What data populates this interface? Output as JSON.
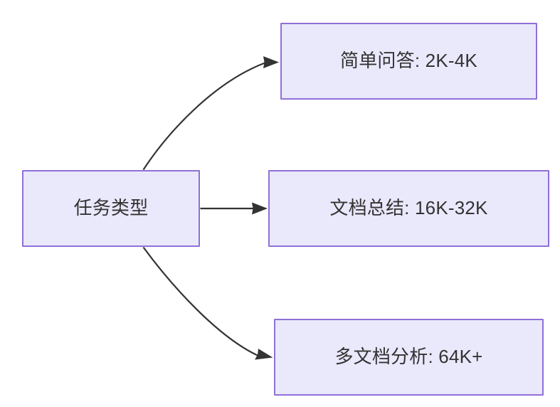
{
  "diagram": {
    "type": "flowchart",
    "direction": "left-to-right",
    "background_color": "#ffffff",
    "node_fill_color": "#eae8fb",
    "node_border_color": "#8f70d8",
    "node_text_color": "#333333",
    "edge_color": "#333333",
    "nodes": [
      {
        "id": "source",
        "label": "任务类型",
        "role": "root"
      },
      {
        "id": "simple-qa",
        "label": "简单问答: 2K-4K",
        "role": "leaf"
      },
      {
        "id": "doc-summary",
        "label": "文档总结: 16K-32K",
        "role": "leaf"
      },
      {
        "id": "multi-doc",
        "label": "多文档分析: 64K+",
        "role": "leaf"
      }
    ],
    "edges": [
      {
        "id": "edge-source-simple-qa",
        "from": "source",
        "to": "simple-qa",
        "style": "curved",
        "arrowhead": "triangle"
      },
      {
        "id": "edge-source-doc-summary",
        "from": "source",
        "to": "doc-summary",
        "style": "straight",
        "arrowhead": "triangle"
      },
      {
        "id": "edge-source-multi-doc",
        "from": "source",
        "to": "multi-doc",
        "style": "curved",
        "arrowhead": "triangle"
      }
    ]
  }
}
